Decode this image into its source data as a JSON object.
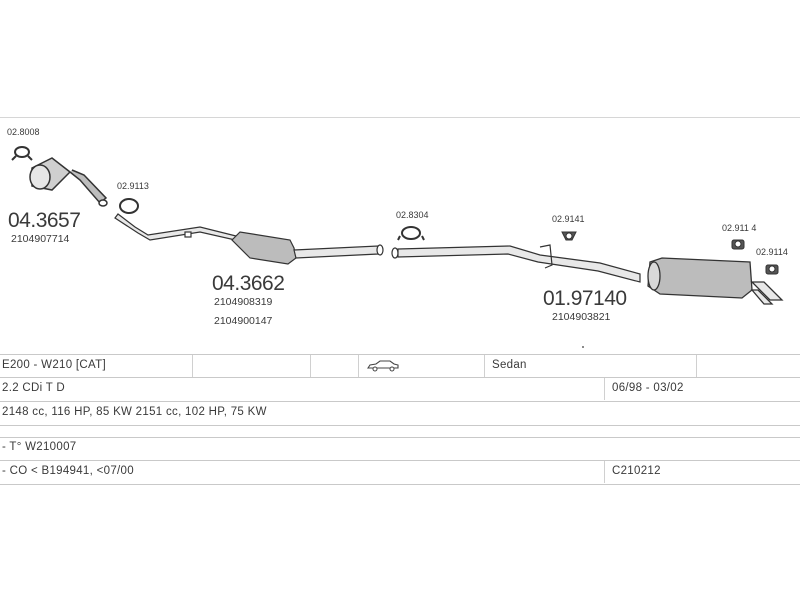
{
  "parts": {
    "clamp_front": "02.8008",
    "cat": {
      "code": "04.3657",
      "oem": "2104907714"
    },
    "gasket_front": "02.9113",
    "front_pipe": {
      "code": "04.3662",
      "oem": [
        "2104908319",
        "2104900147"
      ]
    },
    "clamp_mid": "02.8304",
    "hanger_mid": "02.9141",
    "rear_box": {
      "code": "01.97140",
      "oem": "2104903821"
    },
    "hanger_rear1": "02.911 4",
    "hanger_rear2": "02.9114"
  },
  "info": {
    "model": "E200 - W210  [CAT]",
    "body_type": "Sedan",
    "engine": "2.2 CDi T D",
    "years": "06/98 - 03/02",
    "specs": "2148 cc, 116 HP, 85 KW 2151 cc, 102 HP, 75 KW",
    "type_no": "- T° W210007",
    "co": "- CO < B194941, <07/00",
    "ref": "C210212"
  },
  "icons": {
    "car": "sedan-car-icon"
  }
}
